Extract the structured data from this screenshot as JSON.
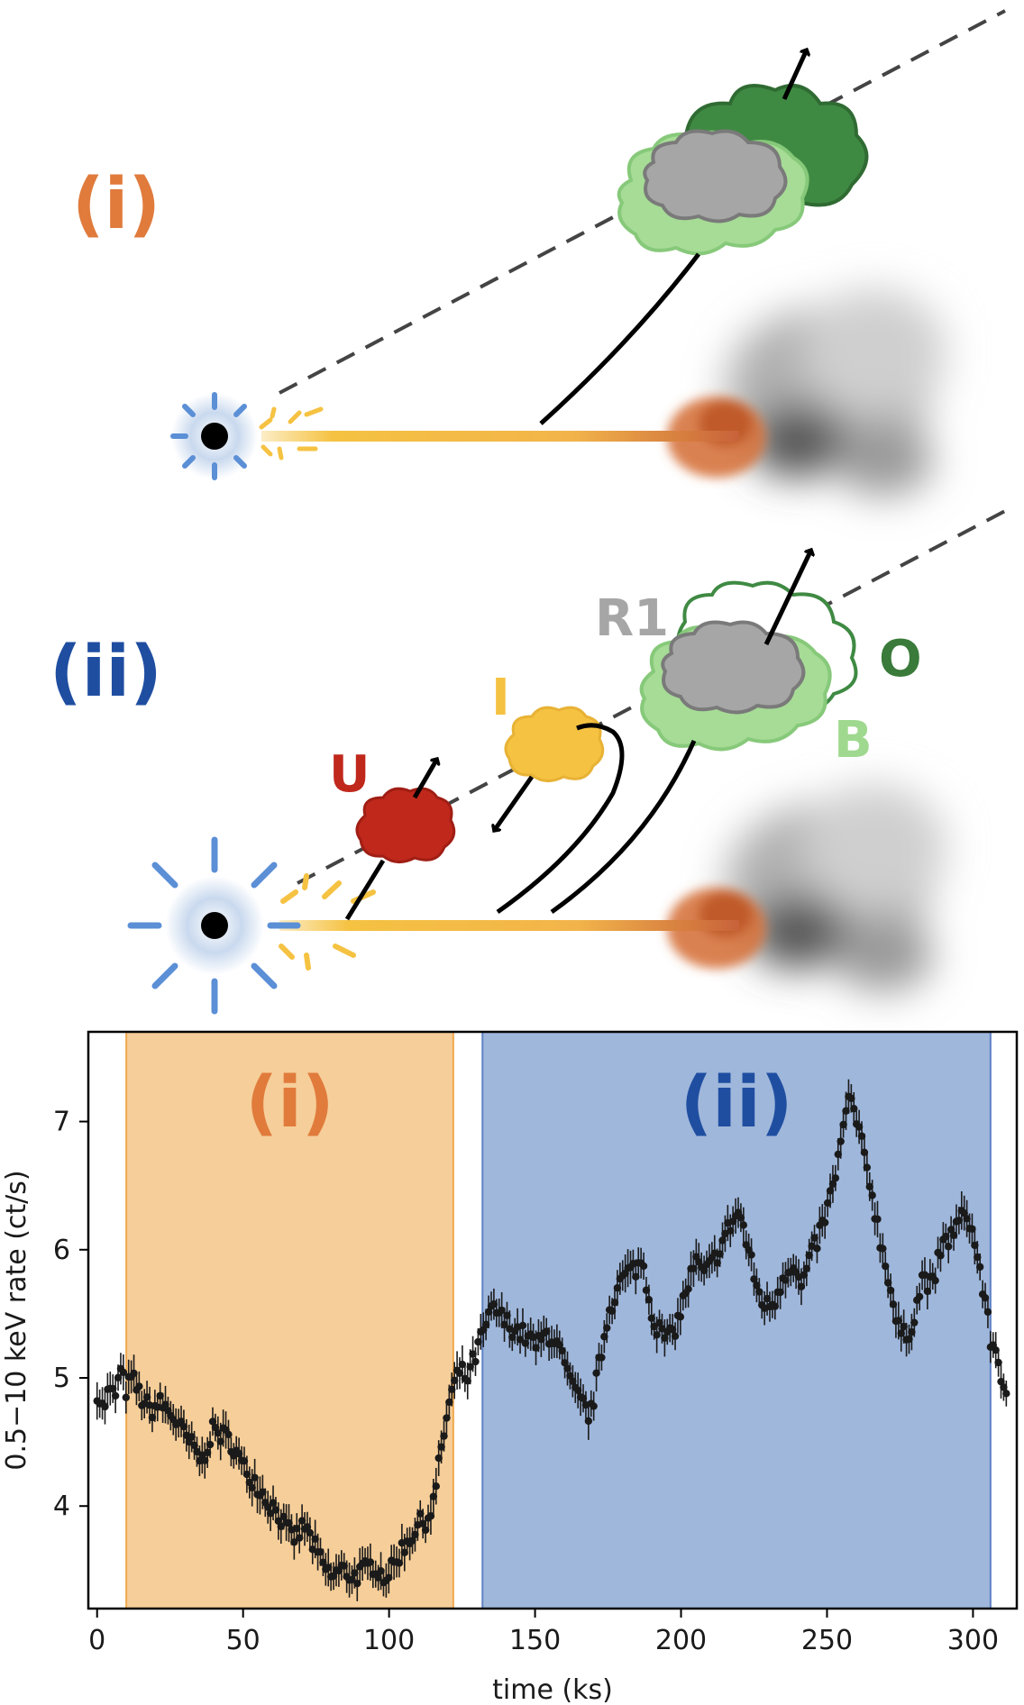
{
  "panels": {
    "top_label": "(i)",
    "middle_label": "(ii)"
  },
  "cloud_labels": {
    "r1": "R1",
    "o": "O",
    "b": "B",
    "i": "I",
    "u": "U"
  },
  "colors": {
    "phase_i": "#e07b3c",
    "phase_ii": "#1f4ea1",
    "phase_i_fill": "#f5c98e",
    "phase_ii_fill": "#7f9fcf",
    "r1": "#a6a6a6",
    "o": "#3a7a3a",
    "b": "#9fd98f",
    "i": "#f5c242",
    "u": "#c0281c",
    "jet": "#f5c242",
    "bh_halo": "#5b8fd6"
  },
  "chart_data": {
    "type": "scatter",
    "xlabel": "time (ks)",
    "ylabel": "0.5−10 keV rate (ct/s)",
    "xlim": [
      -3,
      315
    ],
    "ylim": [
      3.2,
      7.7
    ],
    "xticks": [
      0,
      50,
      100,
      150,
      200,
      250,
      300
    ],
    "yticks": [
      4,
      5,
      6,
      7
    ],
    "grid": false,
    "legend": "none",
    "spans": [
      {
        "label": "(i)",
        "x0": 10,
        "x1": 122
      },
      {
        "label": "(ii)",
        "x0": 132,
        "x1": 306
      }
    ],
    "keypoints": [
      [
        0,
        4.9
      ],
      [
        2,
        4.75
      ],
      [
        4,
        4.9
      ],
      [
        6,
        4.85
      ],
      [
        8,
        5.05
      ],
      [
        10,
        4.9
      ],
      [
        12,
        5.0
      ],
      [
        15,
        4.85
      ],
      [
        18,
        4.75
      ],
      [
        22,
        4.8
      ],
      [
        26,
        4.7
      ],
      [
        30,
        4.55
      ],
      [
        33,
        4.45
      ],
      [
        36,
        4.35
      ],
      [
        38,
        4.5
      ],
      [
        40,
        4.6
      ],
      [
        43,
        4.55
      ],
      [
        46,
        4.5
      ],
      [
        50,
        4.3
      ],
      [
        54,
        4.2
      ],
      [
        58,
        4.05
      ],
      [
        62,
        3.95
      ],
      [
        65,
        3.8
      ],
      [
        68,
        3.75
      ],
      [
        71,
        3.85
      ],
      [
        74,
        3.7
      ],
      [
        77,
        3.55
      ],
      [
        80,
        3.45
      ],
      [
        84,
        3.5
      ],
      [
        88,
        3.45
      ],
      [
        92,
        3.5
      ],
      [
        95,
        3.55
      ],
      [
        98,
        3.45
      ],
      [
        101,
        3.5
      ],
      [
        104,
        3.65
      ],
      [
        107,
        3.75
      ],
      [
        110,
        3.85
      ],
      [
        113,
        3.9
      ],
      [
        115,
        4.0
      ],
      [
        117,
        4.3
      ],
      [
        119,
        4.6
      ],
      [
        121,
        4.85
      ],
      [
        124,
        5.05
      ],
      [
        127,
        5.0
      ],
      [
        130,
        5.2
      ],
      [
        133,
        5.4
      ],
      [
        136,
        5.55
      ],
      [
        139,
        5.45
      ],
      [
        142,
        5.4
      ],
      [
        145,
        5.35
      ],
      [
        148,
        5.3
      ],
      [
        151,
        5.25
      ],
      [
        154,
        5.35
      ],
      [
        157,
        5.3
      ],
      [
        160,
        5.1
      ],
      [
        163,
        4.9
      ],
      [
        166,
        4.8
      ],
      [
        169,
        4.7
      ],
      [
        172,
        5.1
      ],
      [
        175,
        5.5
      ],
      [
        178,
        5.7
      ],
      [
        181,
        5.8
      ],
      [
        184,
        5.85
      ],
      [
        187,
        5.9
      ],
      [
        190,
        5.5
      ],
      [
        193,
        5.35
      ],
      [
        196,
        5.3
      ],
      [
        199,
        5.45
      ],
      [
        202,
        5.7
      ],
      [
        205,
        5.9
      ],
      [
        208,
        5.8
      ],
      [
        211,
        5.9
      ],
      [
        214,
        6.05
      ],
      [
        217,
        6.2
      ],
      [
        220,
        6.3
      ],
      [
        223,
        6.0
      ],
      [
        226,
        5.7
      ],
      [
        229,
        5.55
      ],
      [
        232,
        5.6
      ],
      [
        235,
        5.8
      ],
      [
        238,
        5.9
      ],
      [
        241,
        5.7
      ],
      [
        244,
        5.9
      ],
      [
        247,
        6.1
      ],
      [
        250,
        6.3
      ],
      [
        253,
        6.6
      ],
      [
        256,
        7.0
      ],
      [
        258,
        7.2
      ],
      [
        260,
        7.0
      ],
      [
        262,
        6.8
      ],
      [
        265,
        6.5
      ],
      [
        268,
        6.1
      ],
      [
        271,
        5.8
      ],
      [
        274,
        5.4
      ],
      [
        277,
        5.3
      ],
      [
        280,
        5.5
      ],
      [
        283,
        5.8
      ],
      [
        286,
        5.7
      ],
      [
        289,
        6.0
      ],
      [
        292,
        6.1
      ],
      [
        295,
        6.2
      ],
      [
        298,
        6.3
      ],
      [
        300,
        6.1
      ],
      [
        302,
        5.9
      ],
      [
        304,
        5.6
      ],
      [
        306,
        5.3
      ],
      [
        308,
        5.2
      ],
      [
        310,
        5.0
      ],
      [
        312,
        4.75
      ]
    ]
  }
}
